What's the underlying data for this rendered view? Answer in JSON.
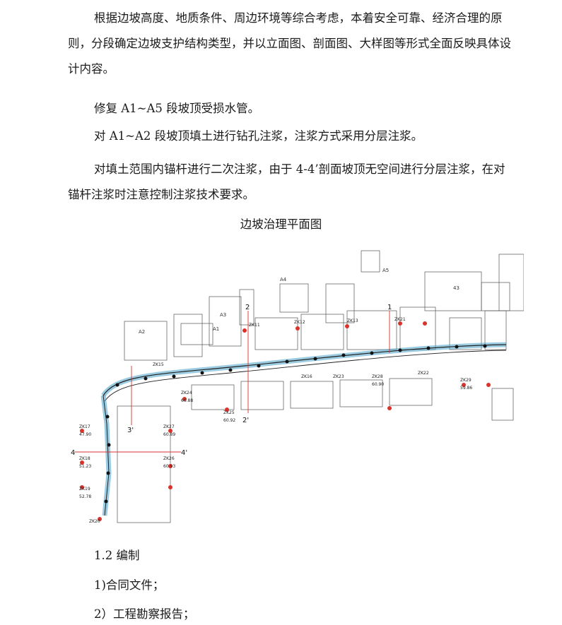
{
  "paragraphs": [
    "根据边坡高度、地质条件、周边环境等综合考虑，本着安全可靠、经济合理的原则，分段确定边坡支护结构类型，并以立面图、剖面图、大样图等形式全面反映具体设计内容。",
    "修复 A1~A5 段坡顶受损水管。",
    "对 A1~A2 段坡顶填土进行钻孔注浆，注浆方式采用分层注浆。",
    "对填土范围内锚杆进行二次注浆，由于 4-4’剖面坡顶无空间进行分层注浆，在对锚杆注浆时注意控制注浆技术要求。"
  ],
  "figure": {
    "caption": "边坡治理平面图",
    "section_labels": [
      "2",
      "1",
      "2'",
      "3'",
      "4",
      "4'"
    ],
    "boreholes": [
      {
        "id": "ZK17",
        "elev": "47.90"
      },
      {
        "id": "ZK18",
        "elev": "51.23"
      },
      {
        "id": "ZK19",
        "elev": "52.78"
      },
      {
        "id": "ZK20",
        "elev": ""
      },
      {
        "id": "ZK27",
        "elev": "60.89"
      },
      {
        "id": "ZK26",
        "elev": "60.93"
      },
      {
        "id": "ZK24",
        "elev": "60.88"
      },
      {
        "id": "ZK25",
        "elev": "60.92"
      },
      {
        "id": "ZK28",
        "elev": "60.90"
      },
      {
        "id": "ZK29",
        "elev": "59.86"
      },
      {
        "id": "ZK11",
        "elev": ""
      },
      {
        "id": "ZK12",
        "elev": ""
      },
      {
        "id": "ZK13",
        "elev": ""
      },
      {
        "id": "ZK15",
        "elev": ""
      },
      {
        "id": "ZK16",
        "elev": ""
      },
      {
        "id": "ZK23",
        "elev": ""
      },
      {
        "id": "ZK21",
        "elev": ""
      },
      {
        "id": "ZK22",
        "elev": ""
      }
    ],
    "extra_labels": [
      "A5",
      "A4",
      "A3",
      "A2",
      "A1",
      "43"
    ]
  },
  "list": [
    "1.2 编制",
    "1)合同文件；",
    "2）工程勘察报告；"
  ]
}
